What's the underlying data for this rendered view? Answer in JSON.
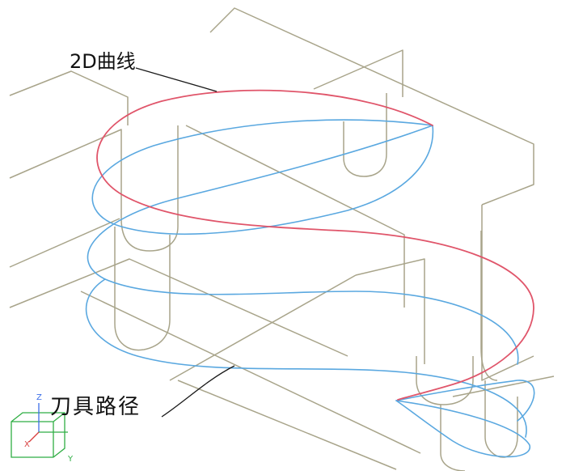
{
  "labels": {
    "curve_2d": "2D曲线",
    "tool_path": "刀具路径"
  },
  "view_triad": {
    "axes": [
      "Z",
      "X",
      "Y"
    ],
    "colors": {
      "z": "#3b6ee8",
      "x": "#d84040",
      "y": "#2fae43",
      "cube": "#2fae43"
    }
  },
  "colors": {
    "wireframe": "#a8a48a",
    "curve_2d": "#e0556a",
    "tool_path": "#5aa8e0",
    "leader": "#1a1a1a"
  }
}
